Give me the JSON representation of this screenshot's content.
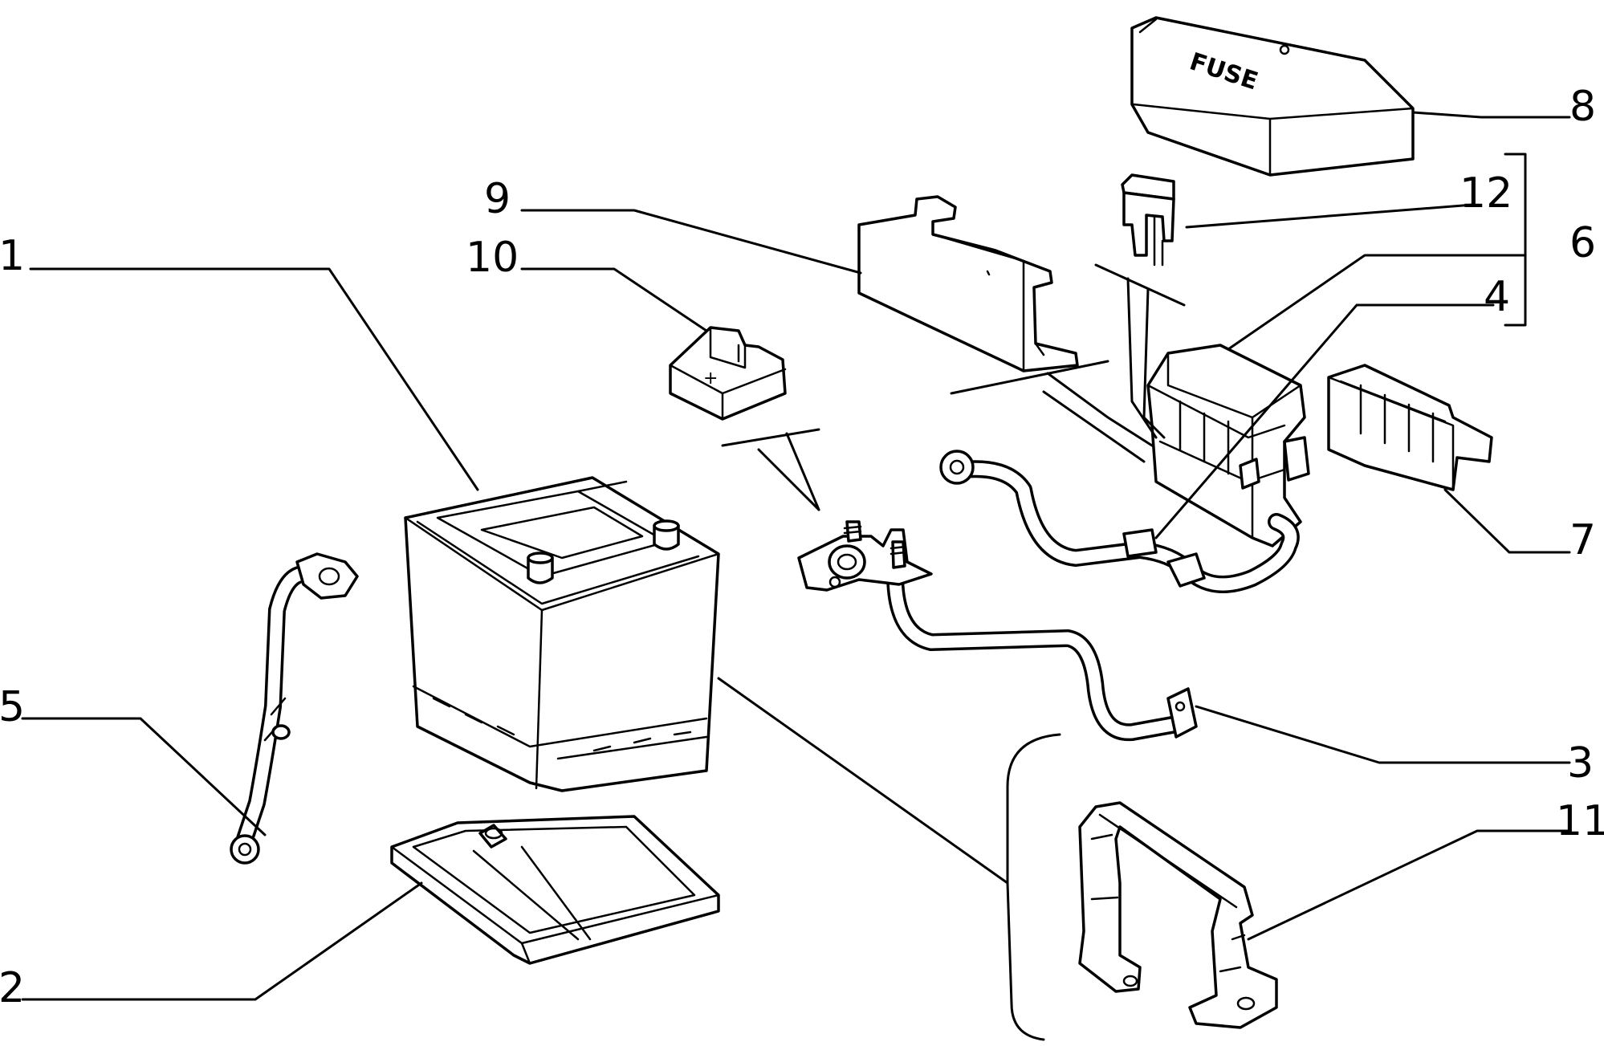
{
  "callouts": [
    {
      "id": "1",
      "label": "1"
    },
    {
      "id": "2",
      "label": "2"
    },
    {
      "id": "3",
      "label": "3"
    },
    {
      "id": "4",
      "label": "4"
    },
    {
      "id": "5",
      "label": "5"
    },
    {
      "id": "6",
      "label": "6"
    },
    {
      "id": "7",
      "label": "7"
    },
    {
      "id": "8",
      "label": "8"
    },
    {
      "id": "9",
      "label": "9"
    },
    {
      "id": "10",
      "label": "10"
    },
    {
      "id": "11",
      "label": "11"
    },
    {
      "id": "12",
      "label": "12"
    }
  ],
  "fuse_cover_text": "FUSE",
  "terminal_cover_mark": "+"
}
